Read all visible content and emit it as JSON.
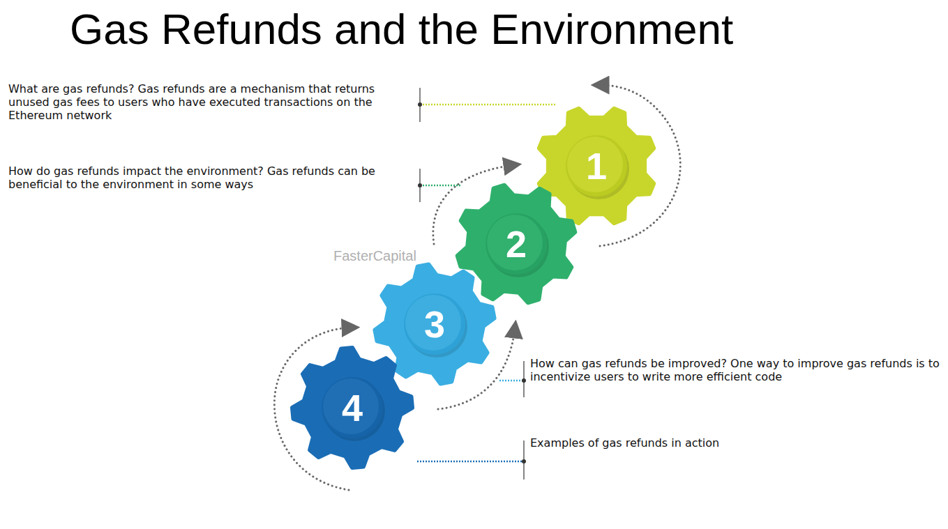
{
  "diagram": {
    "title": "Gas Refunds and the Environment",
    "nodes": [
      {
        "text": [
          "1"
        ]
      },
      {
        "text": [
          "2"
        ]
      },
      {
        "text": [
          "3"
        ]
      },
      {
        "text": [
          "4"
        ]
      }
    ],
    "labels": [
      "What are gas refunds? Gas refunds are a mechanism that returns unused gas fees to users who have executed transactions on the Ethereum network",
      "How do gas refunds impact the environment? Gas refunds can be beneficial to the environment in some ways",
      "How can gas refunds be improved? One way to improve gas refunds is to incentivize users to write more efficient code",
      "Examples of gas refunds in action",
      "FasterCapital"
    ]
  }
}
